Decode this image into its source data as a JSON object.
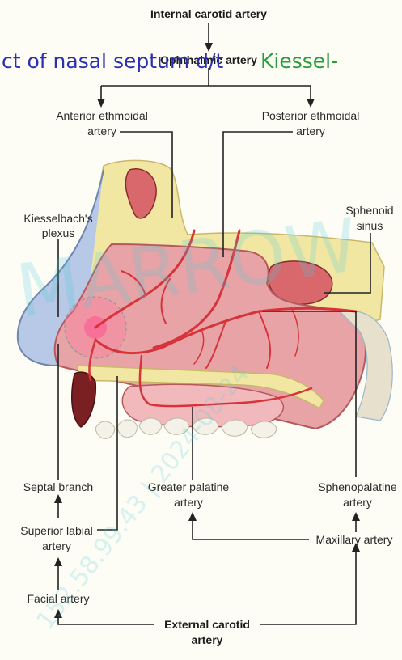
{
  "labels": {
    "internal_carotid": "Internal carotid artery",
    "ophthalmic": "Ophthalmic artery",
    "anterior_ethmoidal": [
      "Anterior ethmoidal",
      "artery"
    ],
    "posterior_ethmoidal": [
      "Posterior ethmoidal",
      "artery"
    ],
    "kiesselbach": [
      "Kiesselbach's",
      "plexus"
    ],
    "sphenoid": [
      "Sphenoid",
      "sinus"
    ],
    "septal_branch": "Septal branch",
    "greater_palatine": [
      "Greater palatine",
      "artery"
    ],
    "sphenopalatine": [
      "Sphenopalatine",
      "artery"
    ],
    "superior_labial": [
      "Superior labial",
      "artery"
    ],
    "maxillary": "Maxillary artery",
    "facial": "Facial artery",
    "external_carotid": [
      "External carotid",
      "artery"
    ]
  },
  "handwriting": {
    "blue": "ct of nasal septum d/t",
    "green": "Kiessel-"
  },
  "watermarks": {
    "brand": "MARROW",
    "id": "152.58.99.43 | 2024-08-24"
  },
  "colors": {
    "background": "#fdfdf6",
    "mucosa": "#e8a3a6",
    "artery": "#d6343a",
    "bone": "#f1e7a3",
    "handwriting_blue": "#2b2fb0",
    "handwriting_green": "#2a9d3a"
  }
}
